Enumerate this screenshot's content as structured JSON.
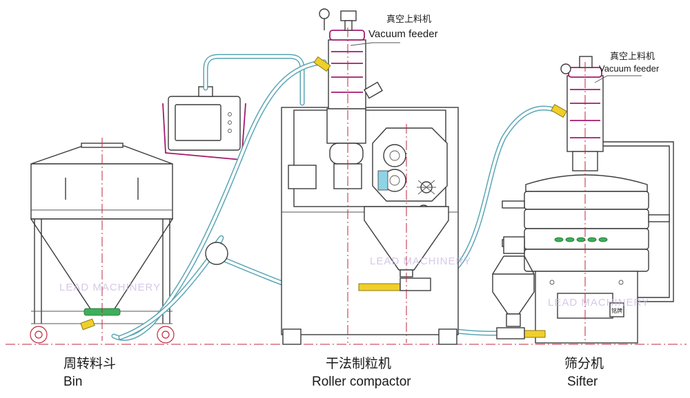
{
  "labels": {
    "vacuum_feeder_1_cn": "真空上料机",
    "vacuum_feeder_1_en": "Vacuum feeder",
    "vacuum_feeder_2_cn": "真空上料机",
    "vacuum_feeder_2_en": "Vacuum feeder",
    "bin_cn": "周转料斗",
    "bin_en": "Bin",
    "roller_cn": "干法制粒机",
    "roller_en": "Roller compactor",
    "sifter_cn": "筛分机",
    "sifter_en": "Sifter"
  },
  "watermarks": {
    "bin": "LEAD MACHINERY",
    "roller": "LEAD MACHINERY",
    "sifter": "LEAD MACHINERY"
  },
  "panel_text": {
    "sifter_plate": "铭牌"
  },
  "colors": {
    "pipe": "#5aa6b4",
    "accent": "#a31a6e",
    "axis": "#c0263d",
    "valve": "#f0cf2a",
    "indicator": "#3fae5a"
  }
}
